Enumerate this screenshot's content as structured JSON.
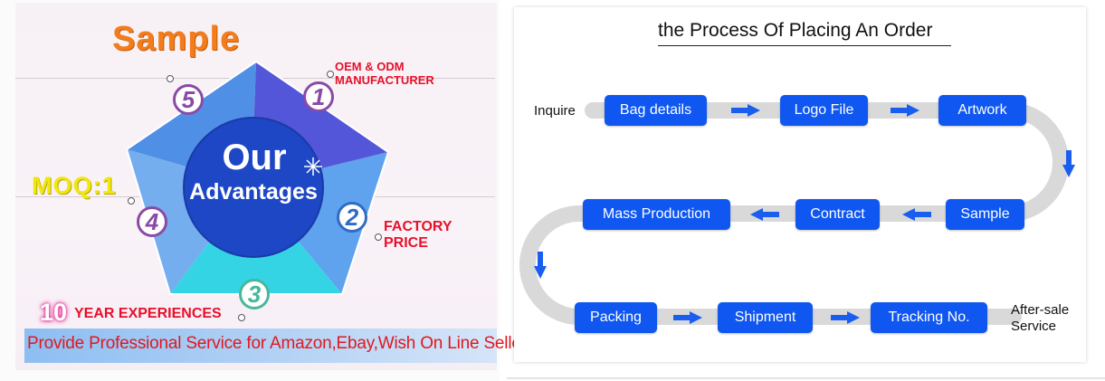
{
  "left": {
    "sample": "Sample",
    "oem": "OEM & ODM MANUFACTURER",
    "moq": "MOQ:1",
    "factory": "FACTORY PRICE",
    "years_num": "10",
    "years_text": "YEAR EXPERIENCES",
    "banner": "Provide Professional Service for Amazon,Ebay,Wish On Line Sellers.",
    "center_line1": "Our",
    "center_line2": "Advantages",
    "numbers": [
      "1",
      "2",
      "3",
      "4",
      "5"
    ]
  },
  "right": {
    "title": "the Process Of Placing An Order",
    "inquire": "Inquire",
    "after_sale_line1": "After-sale",
    "after_sale_line2": "Service",
    "steps": [
      "Bag details",
      "Logo File",
      "Artwork",
      "Sample",
      "Contract",
      "Mass Production",
      "Packing",
      "Shipment",
      "Tracking No."
    ]
  }
}
